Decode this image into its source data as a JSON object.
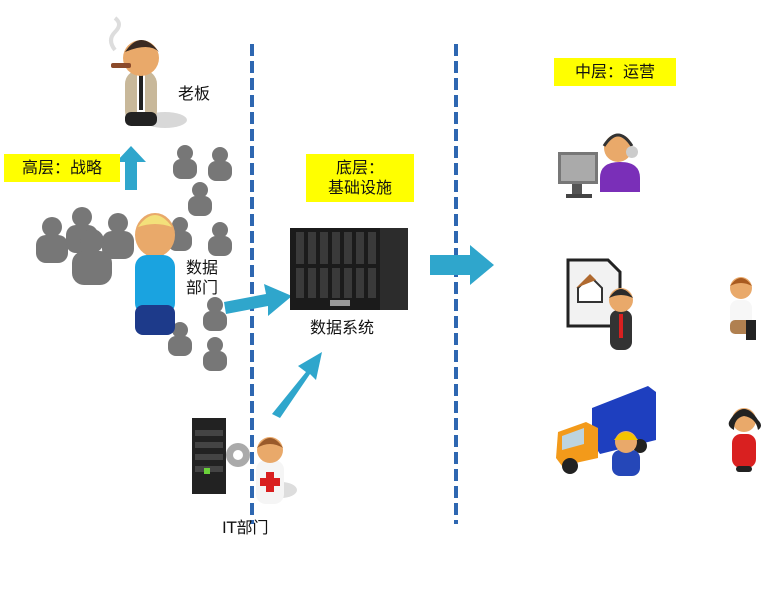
{
  "layers": {
    "top": {
      "label": "高层：战略"
    },
    "bottom": {
      "label_line1": "底层：",
      "label_line2": "基础设施"
    },
    "middle": {
      "label": "中层：运营"
    }
  },
  "nodes": {
    "boss": {
      "label": "老板",
      "icon": "boss-person-icon"
    },
    "data_dept": {
      "label_line1": "数据",
      "label_line2": "部门",
      "icon": "data-team-icon"
    },
    "data_system": {
      "label": "数据系统",
      "icon": "server-rack-icon"
    },
    "it_dept": {
      "label": "IT部门",
      "icon": "it-support-icon"
    },
    "operations": [
      {
        "icon": "call-center-agent-icon"
      },
      {
        "icon": "real-estate-agent-icon"
      },
      {
        "icon": "businessman-briefcase-icon"
      },
      {
        "icon": "delivery-truck-worker-icon"
      },
      {
        "icon": "businesswoman-icon"
      }
    ]
  },
  "colors": {
    "arrow": "#2fa6cc",
    "divider": "#2e67b1",
    "highlight": "#ffff00"
  }
}
